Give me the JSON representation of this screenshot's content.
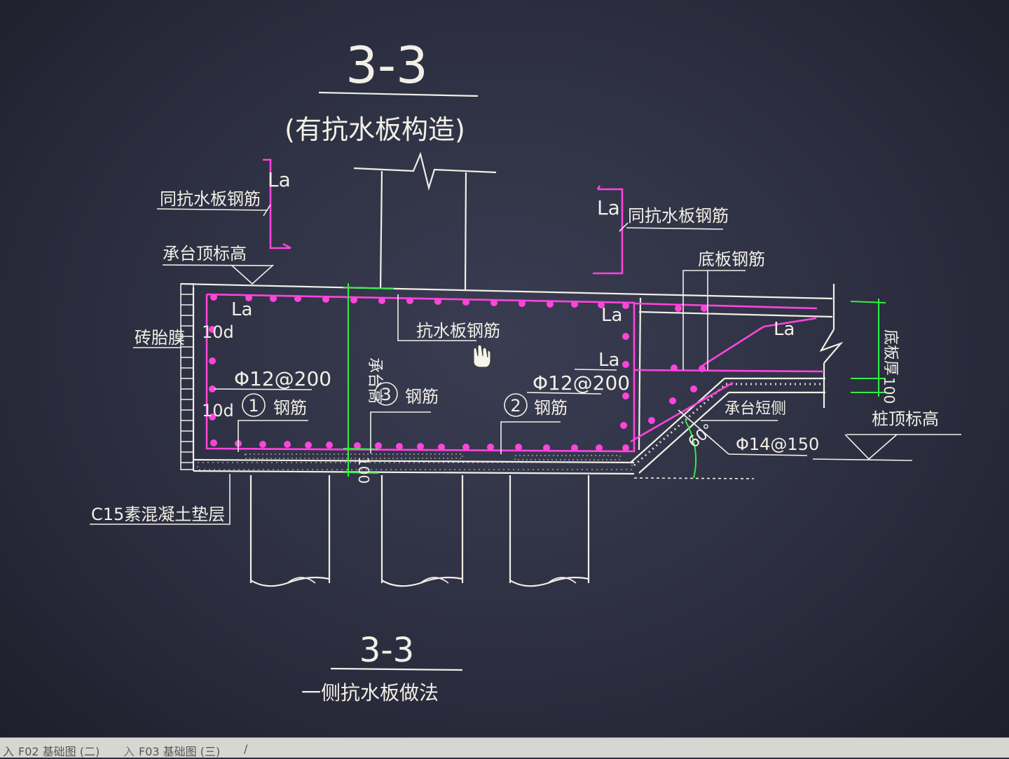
{
  "drawing": {
    "title_top": "3-3",
    "subtitle_top": "(有抗水板构造)",
    "title_bottom": "3-3",
    "subtitle_bottom": "一侧抗水板做法",
    "labels": {
      "same_plate_rebar_left": "同抗水板钢筋",
      "same_plate_rebar_right": "同抗水板钢筋",
      "cap_top_elev": "承台顶标高",
      "brick_mold": "砖胎膜",
      "plate_rebar": "抗水板钢筋",
      "bottom_rebar": "底板钢筋",
      "cap_height": "承台高",
      "plate_thick": "底板厚",
      "pile_top_elev": "桩顶标高",
      "cap_side": "承台短侧",
      "c15_cushion": "C15素混凝土垫层",
      "rebar_word": "钢筋"
    },
    "la": "La",
    "ten_d": "10d",
    "phi12_200": "Φ12@200",
    "phi14_150": "Φ14@150",
    "angle": "60°",
    "dim_100": "100",
    "circle_1": "1",
    "circle_2": "2",
    "circle_3": "3"
  },
  "tabs": {
    "prefix": "入",
    "tab1": "F02 基础图 (二)",
    "sep": "入",
    "tab2": "F03 基础图 (三)",
    "tail": "/"
  }
}
